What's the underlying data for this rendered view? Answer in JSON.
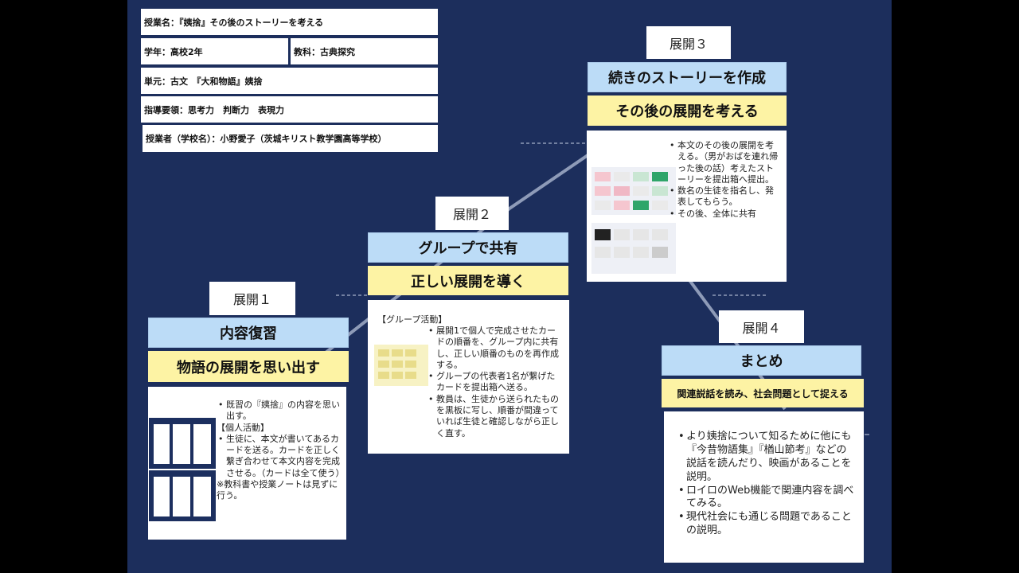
{
  "info": {
    "lesson": "授業名：『姨捨』その後のストーリーを考える",
    "grade": "学年：高校2年",
    "subject": "教科：古典探究",
    "unit": "単元：古文　『大和物語』姨捨",
    "guideline": "指導要領：思考力　判断力　表現力",
    "teacher": "授業者（学校名）：小野愛子（茨城キリスト教学園高等学校）"
  },
  "step1": {
    "tag": "展開１",
    "title": "内容復習",
    "subtitle": "物語の展開を思い出す",
    "b1": "既習の『姨捨』の内容を思い出す。",
    "activity": "【個人活動】",
    "b2": "生徒に、本文が書いてあるカードを送る。カードを正しく繋ぎ合わせて本文内容を完成させる。（カードは全て使う）",
    "note": "※教科書や授業ノートは見ずに行う。"
  },
  "step2": {
    "tag": "展開２",
    "title": "グループで共有",
    "subtitle": "正しい展開を導く",
    "activity": "【グループ活動】",
    "b1": "展開1で個人で完成させたカードの順番を、グループ内に共有し、正しい順番のものを再作成する。",
    "b2": "グループの代表者1名が繋げたカードを提出箱へ送る。",
    "b3": "教員は、生徒から送られたものを黒板に写し、順番が間違っていれば生徒と確認しながら正しく直す。"
  },
  "step3": {
    "tag": "展開３",
    "title": "続きのストーリーを作成",
    "subtitle": "その後の展開を考える",
    "b1": "本文のその後の展開を考える。（男がおばを連れ帰った後の話）考えたストーリーを提出箱へ提出。",
    "b2": "数名の生徒を指名し、発表してもらう。",
    "b3": "その後、全体に共有"
  },
  "step4": {
    "tag": "展開４",
    "title": "まとめ",
    "subtitle": "関連説話を読み、社会問題として捉える",
    "b1": "より姨捨について知るために他にも『今昔物語集』『楢山節考』などの説話を読んだり、映画があることを説明。",
    "b2": "ロイロのWeb機能で関連内容を調べてみる。",
    "b3": "現代社会にも通じる問題であることの説明。"
  },
  "colors": {
    "background": "#1c2e5c",
    "blue_label": "#bcdcf7",
    "yellow_label": "#fdf3a4"
  }
}
